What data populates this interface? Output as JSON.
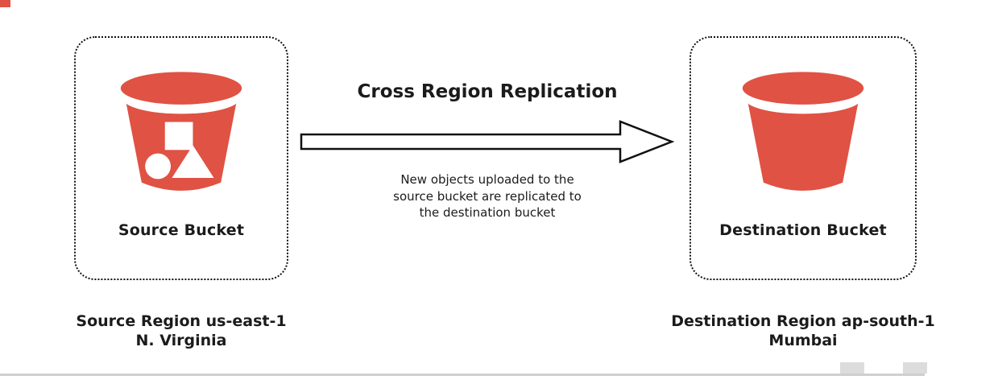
{
  "diagram": {
    "title": "Cross Region Replication",
    "caption_line1": "New objects uploaded to the",
    "caption_line2": "source bucket are replicated to",
    "caption_line3": "the destination bucket",
    "source": {
      "bucket_label": "Source Bucket",
      "region_line1": "Source Region us-east-1",
      "region_line2": "N. Virginia"
    },
    "destination": {
      "bucket_label": "Destination Bucket",
      "region_line1": "Destination Region ap-south-1",
      "region_line2": "Mumbai"
    },
    "icons": {
      "source_bucket": "s3-bucket-with-objects",
      "destination_bucket": "s3-bucket-empty",
      "arrow": "right-block-arrow"
    },
    "colors": {
      "bucket": "#E05243",
      "outline": "#111111",
      "text": "#1B1B1B"
    }
  }
}
